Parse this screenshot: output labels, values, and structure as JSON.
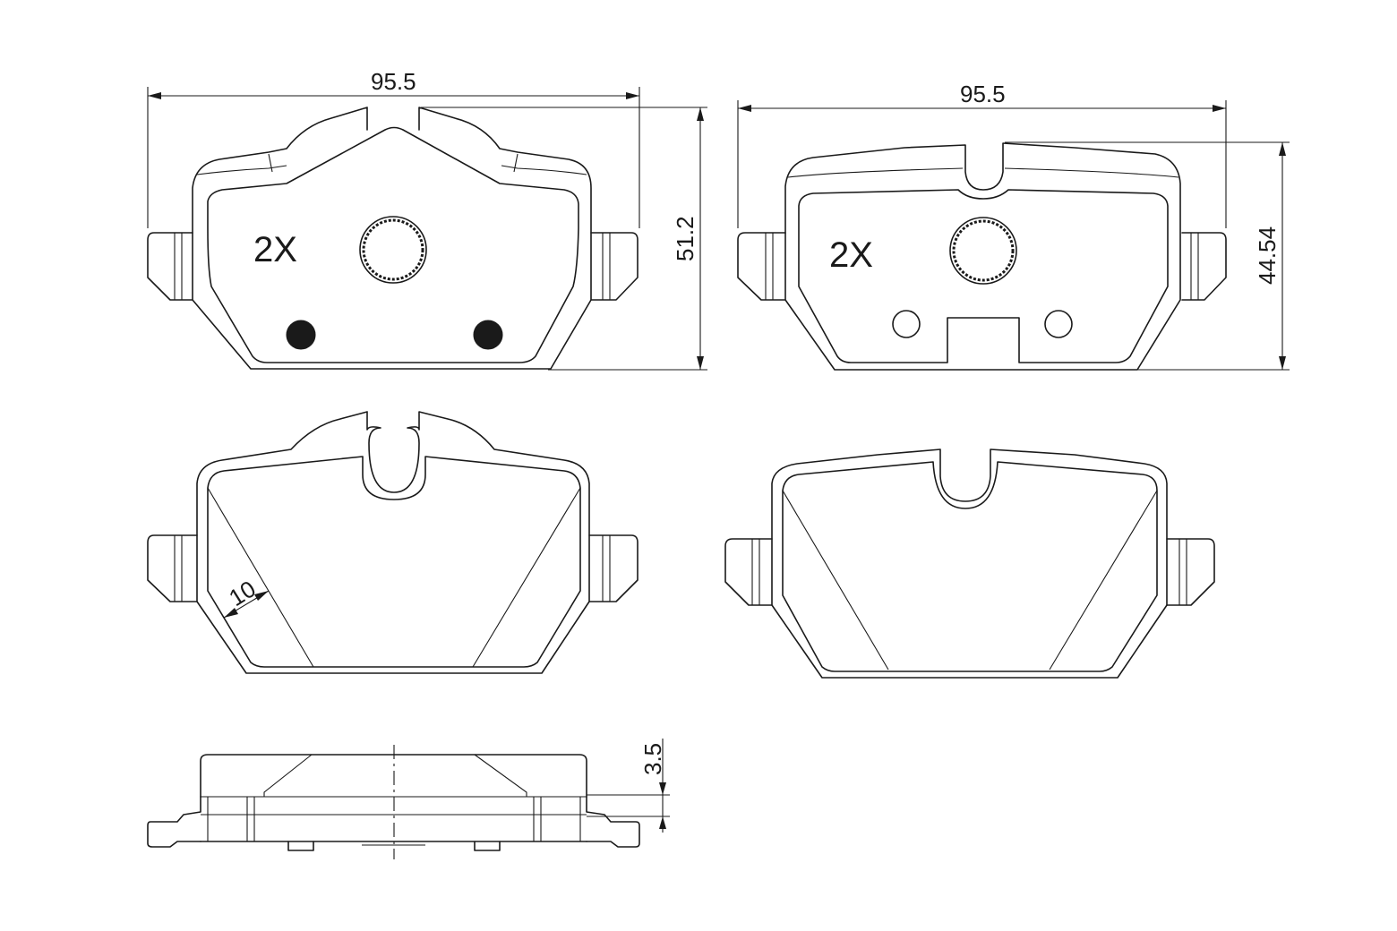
{
  "dimensions": {
    "top_left_width": "95.5",
    "top_right_width": "95.5",
    "top_left_height": "51.2",
    "top_right_height": "44.54",
    "bottom_left_wear": "10",
    "side_thickness": "3.5"
  },
  "labels": {
    "qty_left": "2X",
    "qty_right": "2X"
  }
}
